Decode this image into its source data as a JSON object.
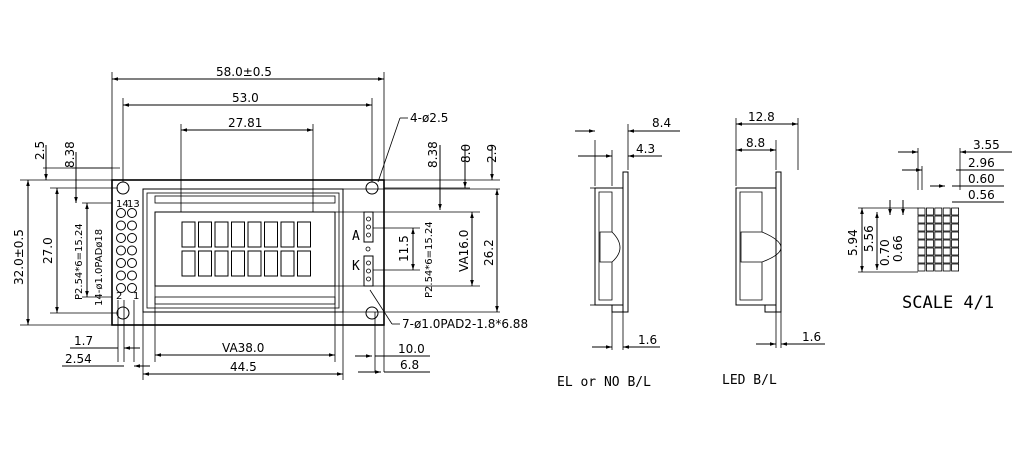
{
  "front_view": {
    "dims": {
      "overall_width": "58.0±0.5",
      "hole_spacing_width": "53.0",
      "char_area_width": "27.81",
      "va_width": "VA38.0",
      "bezel_width": "44.5",
      "left_margin_1": "1.7",
      "left_margin_2": "2.54",
      "right_margin_1": "10.0",
      "right_margin_2": "6.8",
      "top_margin_1": "2.5",
      "top_margin_2": "8.38",
      "top_right_1": "8.38",
      "top_right_2": "8.0",
      "top_right_3": "2.9",
      "overall_height": "32.0±0.5",
      "hole_spacing_height": "27.0",
      "pin_row_pitch": "P2.54*6=15.24",
      "pin_holes": "14-ø1.0PADø18",
      "right_pitch": "P2.54*6=15.24",
      "pad_height": "11.5",
      "va_height": "VA16.0",
      "bezel_height": "26.2",
      "mount_holes": "4-ø2.5",
      "pads_note": "7-ø1.0PAD2-1.8*6.88"
    },
    "pin_labels": {
      "p14": "14",
      "p13": "13",
      "p2": "2",
      "p1": "1",
      "anode": "A",
      "cathode": "K"
    }
  },
  "side_view_el": {
    "dims": {
      "total": "8.4",
      "inner": "4.3",
      "pcb": "1.6"
    },
    "caption": "EL or NO B/L"
  },
  "side_view_led": {
    "dims": {
      "total": "12.8",
      "inner": "8.8",
      "pcb": "1.6"
    },
    "caption": "LED B/L"
  },
  "char_detail": {
    "dims": {
      "w1": "3.55",
      "w2": "2.96",
      "w3": "0.60",
      "w4": "0.56",
      "h1": "5.94",
      "h2": "5.56",
      "h3": "0.70",
      "h4": "0.66"
    },
    "scale": "SCALE 4/1"
  }
}
